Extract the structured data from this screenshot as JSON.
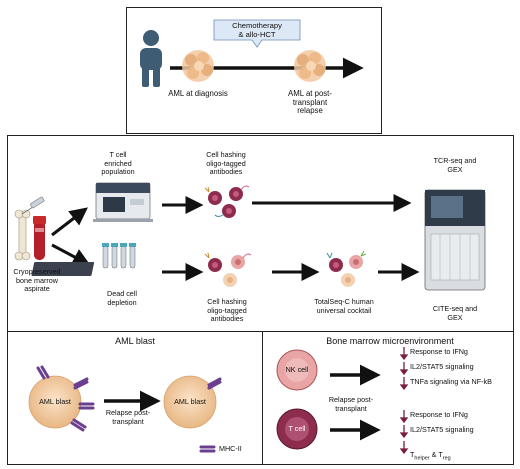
{
  "top": {
    "treatment": "Chemotherapy\n& allo-HCT",
    "diagnosis": "AML at diagnosis",
    "relapse": "AML at post-\ntransplant\nrelapse"
  },
  "workflow": {
    "source": "Cryopreserved\nbone marrow\naspirate",
    "tcell": "T cell\nenriched\npopulation",
    "dead_depletion": "Dead cell\ndepletion",
    "hash_top": "Cell hashing\noligo-tagged\nantibodies",
    "hash_bottom": "Cell hashing\noligo-tagged\nantibodies",
    "totalseq": "TotalSeq-C human\nuniversal cocktail",
    "tcr": "TCR-seq and\nGEX",
    "cite": "CITE-seq and\nGEX"
  },
  "blast": {
    "title": "AML blast",
    "left_cell": "AML blast",
    "right_cell": "AML blast",
    "arrow": "Relapse post-\ntransplant",
    "legend": "MHC-II"
  },
  "micro": {
    "title": "Bone marrow microenvironment",
    "nk_cell": "NK cell",
    "t_cell": "T cell",
    "arrow": "Relapse post-\ntransplant",
    "nk_effects": [
      "Response to IFNg",
      "IL2/STAT5 signaling",
      "TNFa signaling via NF-kB"
    ],
    "t_effects": [
      "Response to IFNg",
      "IL2/STAT5 signaling"
    ],
    "t_ratio": {
      "a": "T",
      "a_sub": "helper",
      "amp": " & T",
      "b_sub": "reg"
    }
  },
  "colors": {
    "person": "#3e5d74",
    "blast": "#f0c8a0",
    "nk": "#e9a5a5",
    "tcell": "#8e2c4e",
    "mhc": "#6b3f8f",
    "down_arrow": "#7a1f3a",
    "callout": "#dde8f6"
  }
}
